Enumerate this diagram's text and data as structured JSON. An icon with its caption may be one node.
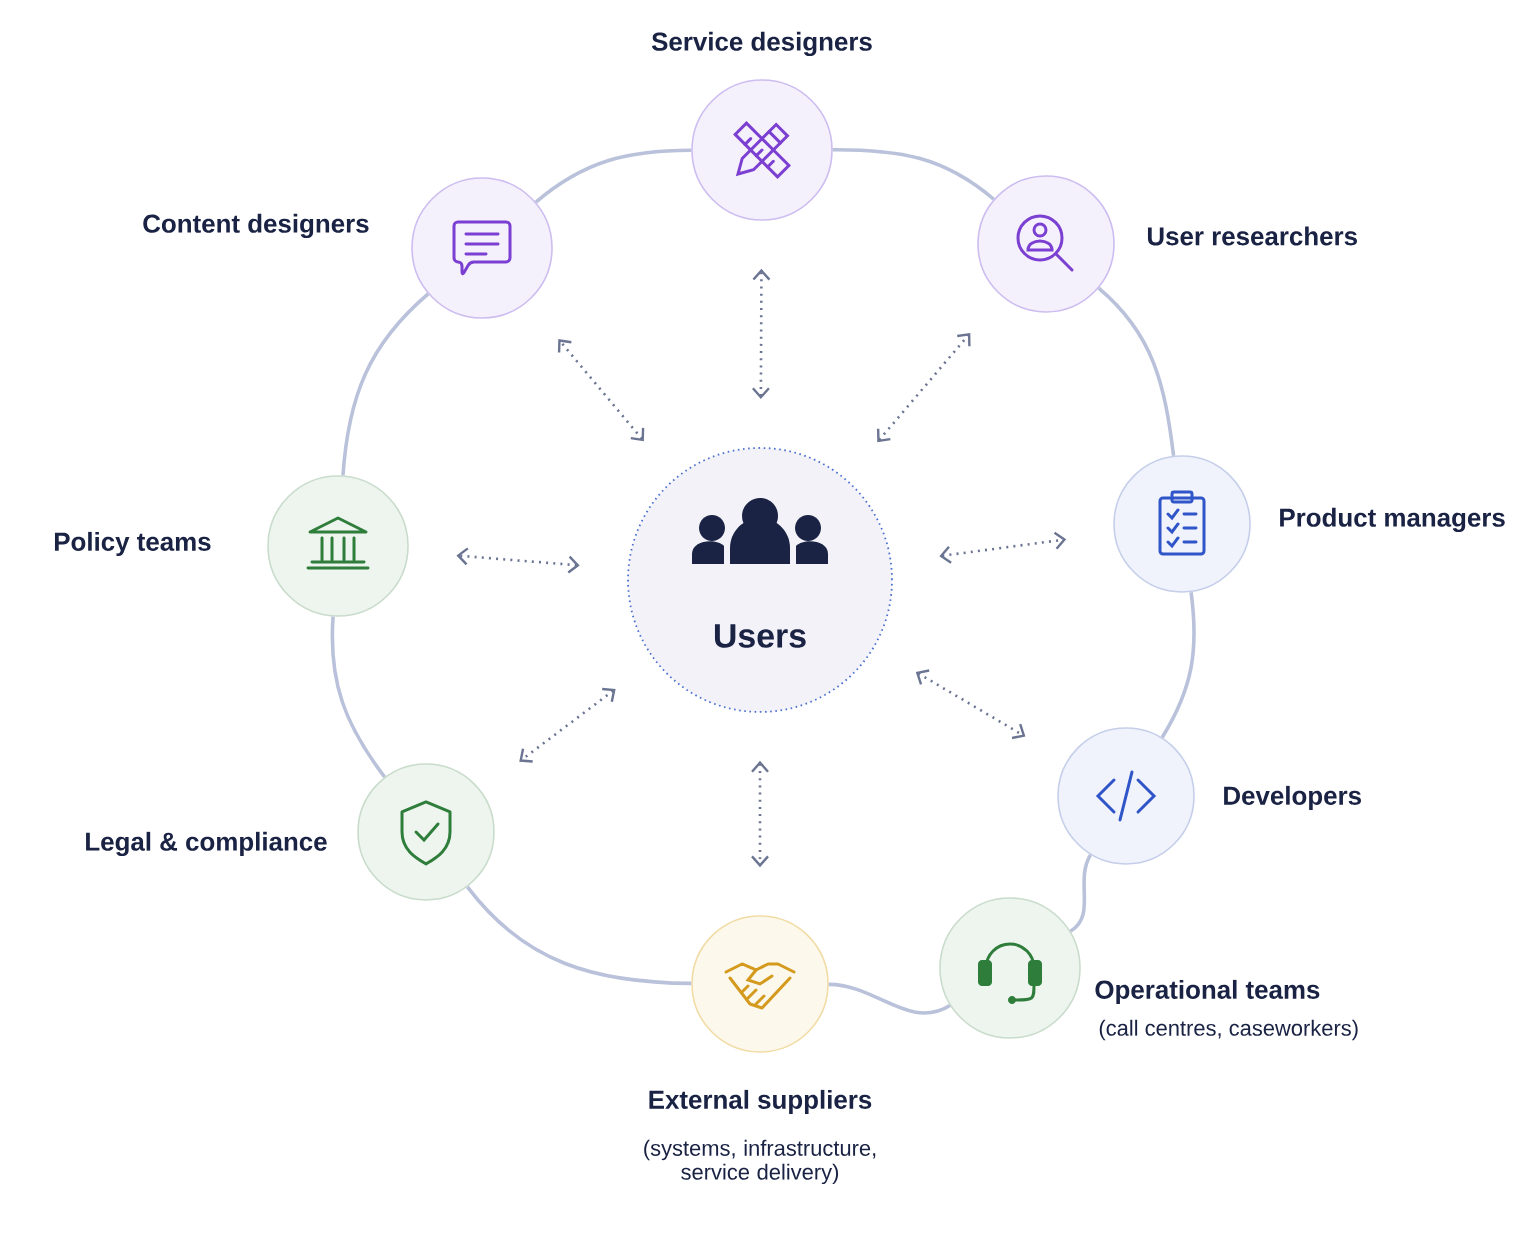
{
  "diagram": {
    "nodes": [
      {
        "text": [
          "Users"
        ]
      },
      {
        "text": [
          "Service designers"
        ]
      },
      {
        "text": [
          "User researchers"
        ]
      },
      {
        "text": [
          "Product managers"
        ]
      },
      {
        "text": [
          "Developers"
        ]
      },
      {
        "text": [
          "Operational teams",
          "(call centres, caseworkers)"
        ]
      },
      {
        "text": [
          "External suppliers",
          "(systems, infrastructure, service delivery)"
        ]
      },
      {
        "text": [
          "Legal & compliance"
        ]
      },
      {
        "text": [
          "Policy teams"
        ]
      },
      {
        "text": [
          "Content designers"
        ]
      }
    ],
    "edges": [
      {
        "from": 0,
        "to": 1,
        "arrow": "both",
        "style": "dashed",
        "color": "#6b7592"
      },
      {
        "from": 0,
        "to": 2,
        "arrow": "both",
        "style": "dashed",
        "color": "#6b7592"
      },
      {
        "from": 0,
        "to": 3,
        "arrow": "both",
        "style": "dashed",
        "color": "#6b7592"
      },
      {
        "from": 0,
        "to": 4,
        "arrow": "both",
        "style": "dashed",
        "color": "#6b7592"
      },
      {
        "from": 0,
        "to": 6,
        "arrow": "both",
        "style": "dashed",
        "color": "#6b7592"
      },
      {
        "from": 0,
        "to": 7,
        "arrow": "both",
        "style": "dashed",
        "color": "#6b7592"
      },
      {
        "from": 0,
        "to": 8,
        "arrow": "both",
        "style": "dashed",
        "color": "#6b7592"
      },
      {
        "from": 0,
        "to": 9,
        "arrow": "both",
        "style": "dashed",
        "color": "#6b7592"
      },
      {
        "from": 1,
        "to": 2,
        "arrow": "none"
      },
      {
        "from": 2,
        "to": 3,
        "arrow": "none"
      },
      {
        "from": 3,
        "to": 4,
        "arrow": "none"
      },
      {
        "from": 4,
        "to": 5,
        "arrow": "none"
      },
      {
        "from": 5,
        "to": 6,
        "arrow": "none"
      },
      {
        "from": 6,
        "to": 7,
        "arrow": "none"
      },
      {
        "from": 7,
        "to": 8,
        "arrow": "none"
      },
      {
        "from": 8,
        "to": 9,
        "arrow": "none"
      },
      {
        "from": 9,
        "to": 1,
        "arrow": "none"
      }
    ]
  }
}
